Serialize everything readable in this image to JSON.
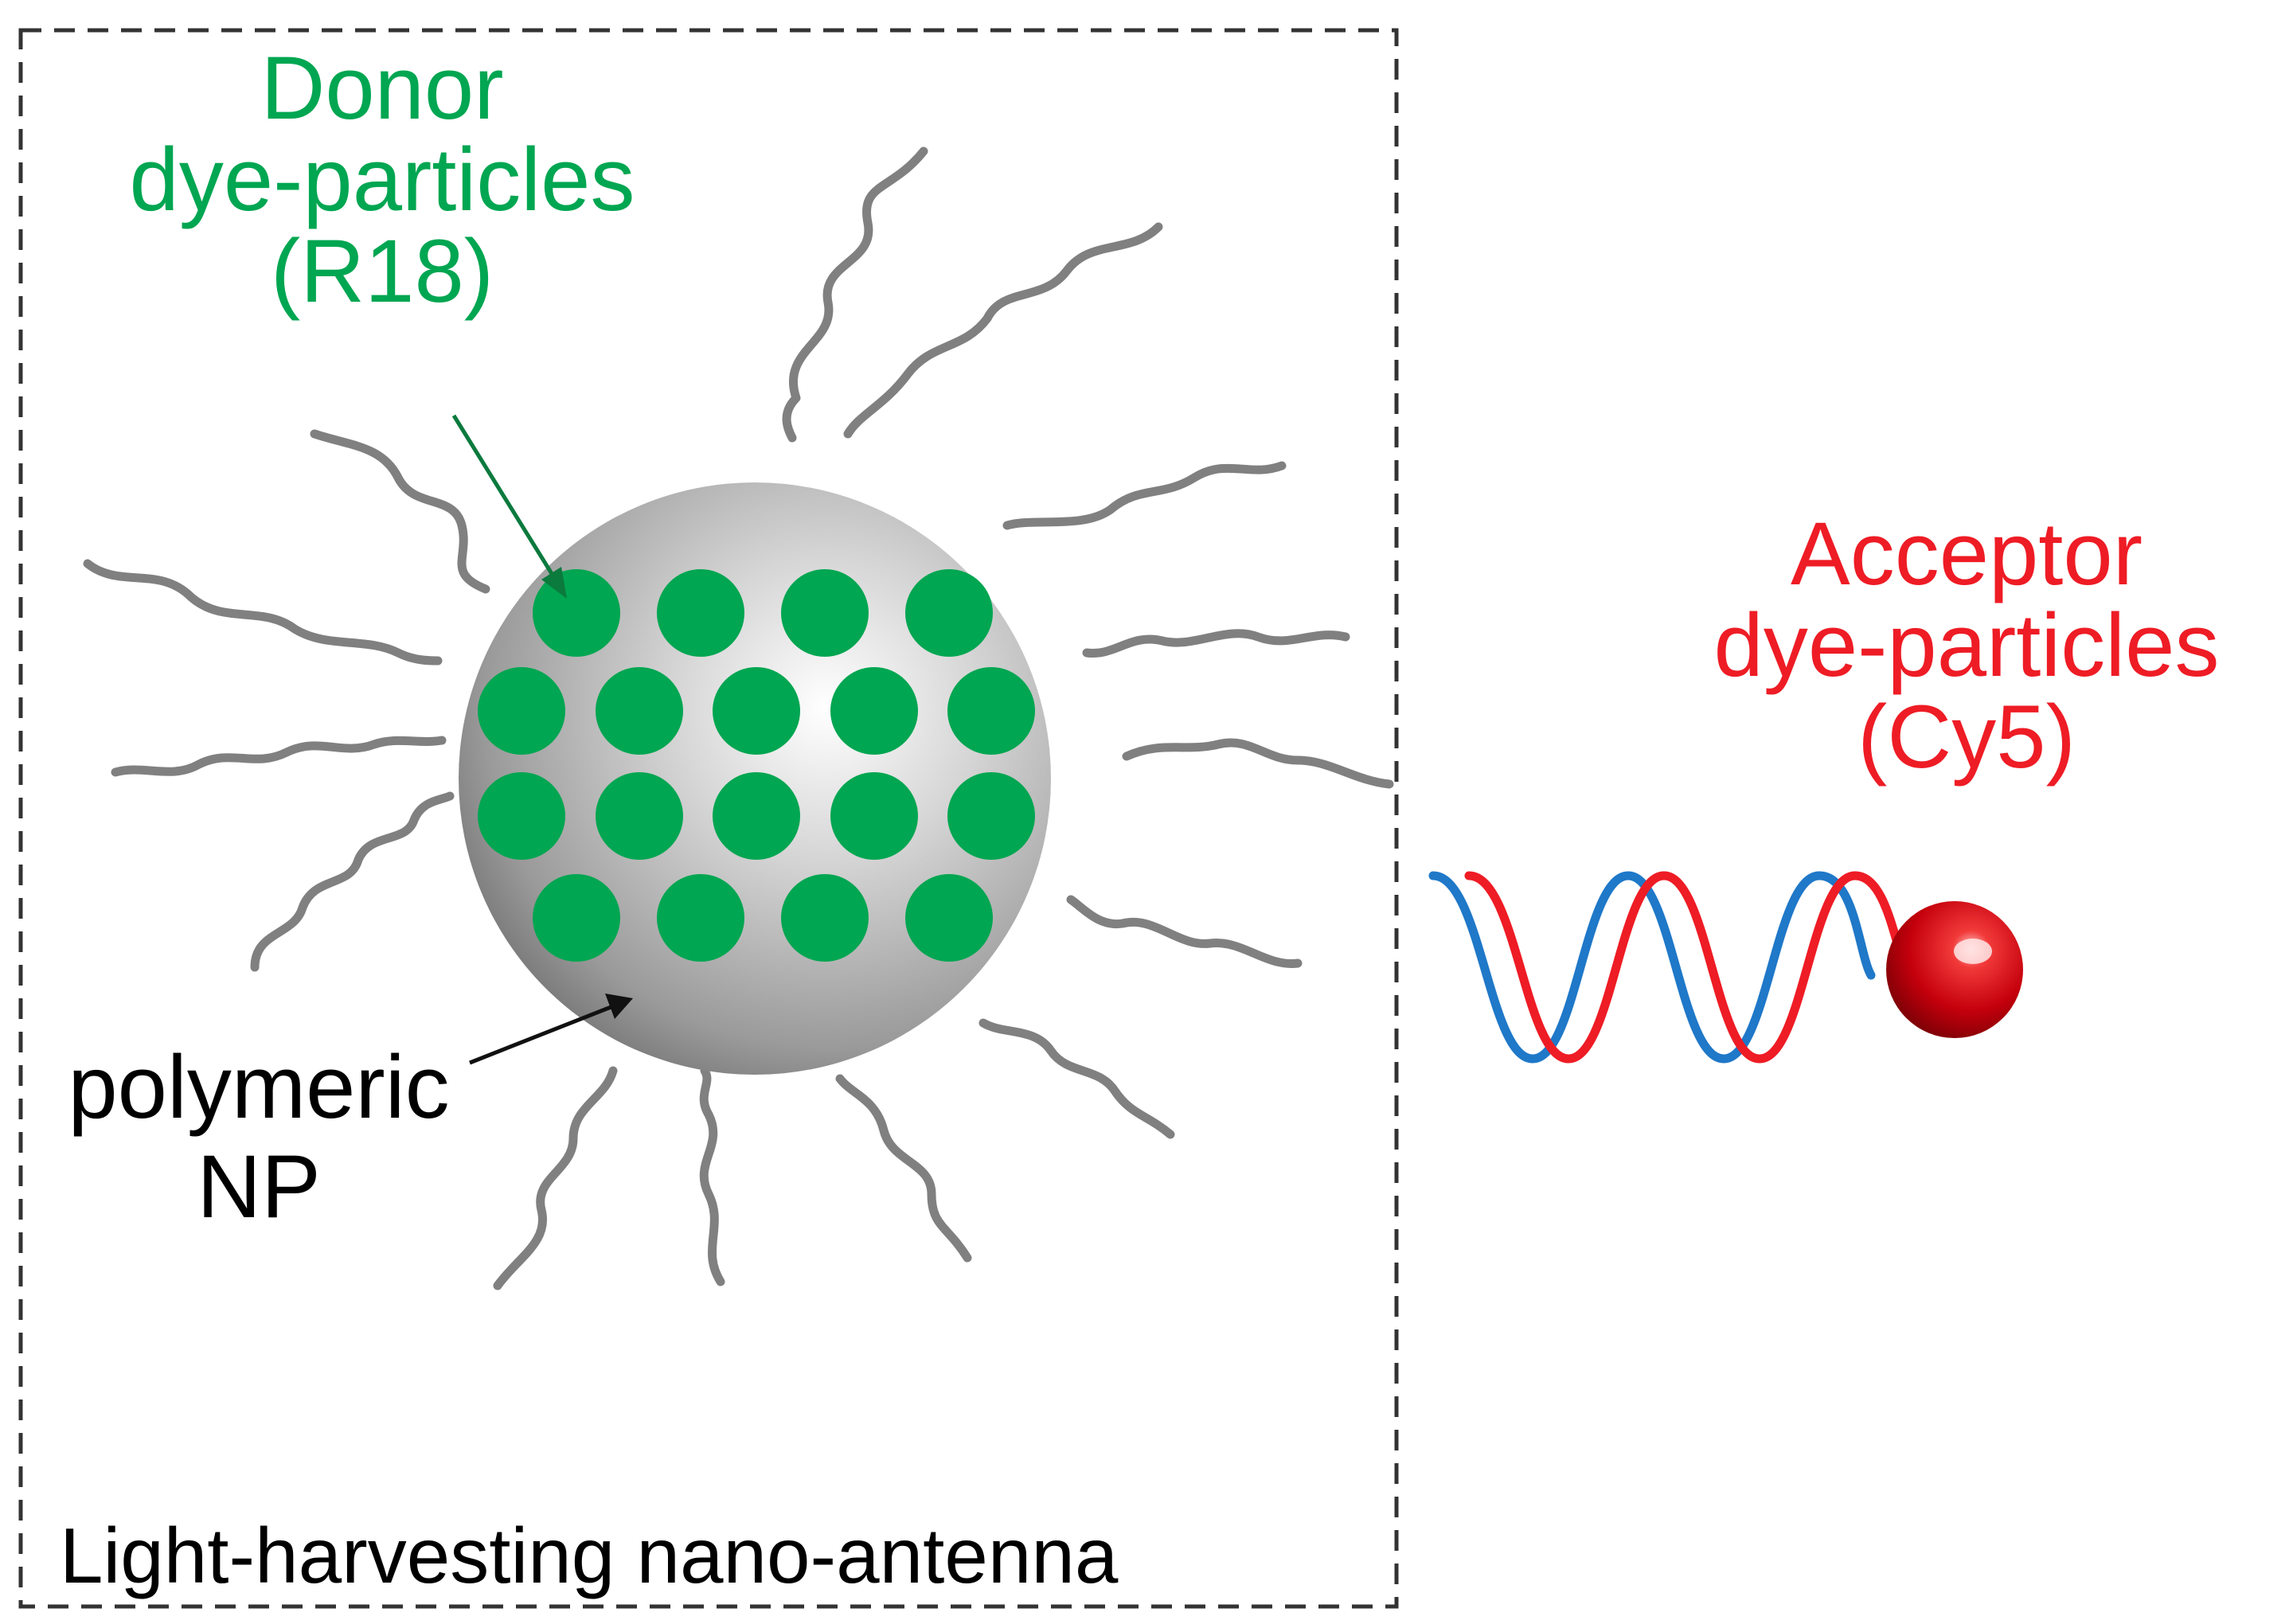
{
  "donor": {
    "line1": "Donor",
    "line2": "dye-particles",
    "line3": "(R18)",
    "color": "#00a651"
  },
  "acceptor": {
    "line1": "Acceptor",
    "line2": "dye-particles",
    "line3": "(Cy5)",
    "color": "#ee1c25"
  },
  "nanoparticle": {
    "line1": "polymeric",
    "line2": "NP",
    "color": "#000000"
  },
  "antenna": {
    "caption": "Light-harvesting nano-antenna"
  },
  "colors": {
    "polymer_chain": "#808080",
    "dna_strand_red": "#ee1c25",
    "dna_strand_blue": "#1f78c8",
    "acceptor_sphere": "#c0000f"
  }
}
